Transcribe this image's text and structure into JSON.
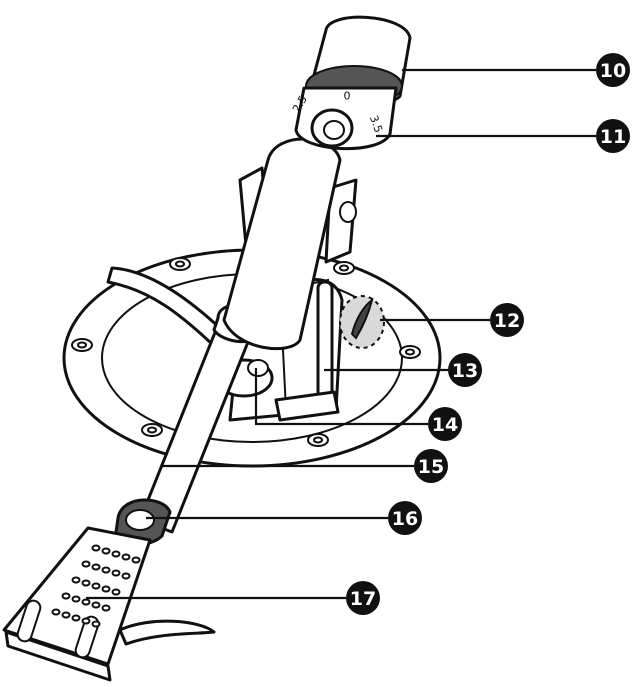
{
  "diagram": {
    "callouts": [
      {
        "number": "10",
        "part": "counterweight"
      },
      {
        "number": "11",
        "part": "weight-scale-ring"
      },
      {
        "number": "12",
        "part": "anti-skate-dial"
      },
      {
        "number": "13",
        "part": "arm-rest"
      },
      {
        "number": "14",
        "part": "arm-clamp"
      },
      {
        "number": "15",
        "part": "tone-arm"
      },
      {
        "number": "16",
        "part": "locking-nut"
      },
      {
        "number": "17",
        "part": "headshell"
      }
    ],
    "scale_labels": [
      "2.5",
      "0",
      "3.5"
    ],
    "colors": {
      "ink": "#111111",
      "paper": "#ffffff",
      "shade": "#d9d9d9"
    }
  }
}
